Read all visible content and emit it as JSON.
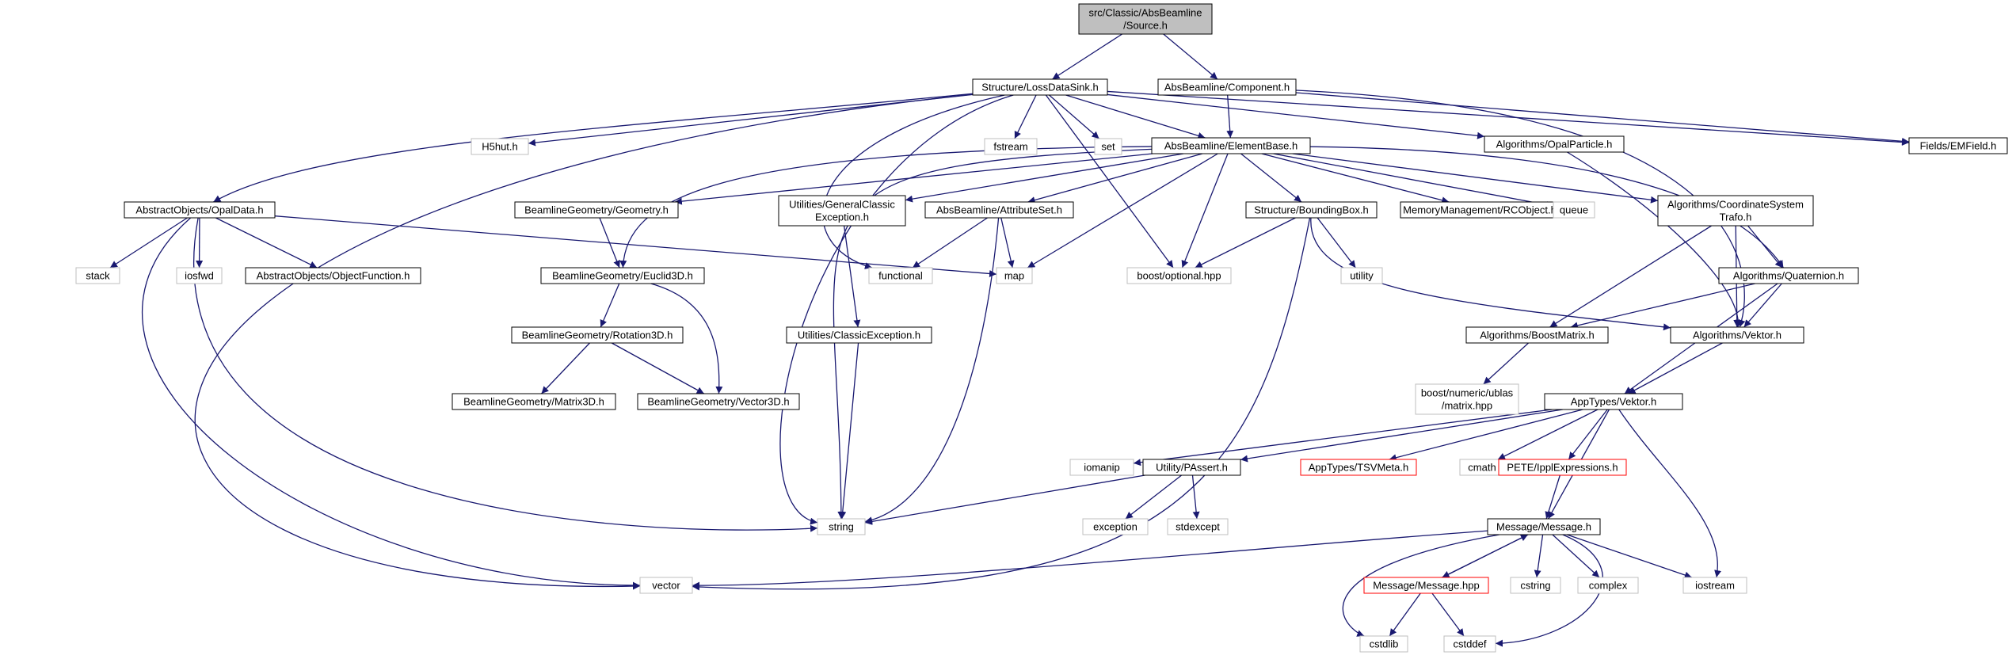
{
  "graph": {
    "colors": {
      "edge": "#191970",
      "node_border": "#000000",
      "external_border": "#bfbfbf",
      "external_text": "#7f7f7f",
      "missing_border": "#ff0000",
      "root_fill": "#bfbfbf",
      "node_fill": "#ffffff"
    },
    "nodes": [
      {
        "id": "source",
        "lines": [
          "src/Classic/AbsBeamline",
          "/Source.h"
        ],
        "kind": "root"
      },
      {
        "id": "lossdatasink",
        "lines": [
          "Structure/LossDataSink.h"
        ],
        "kind": "normal"
      },
      {
        "id": "component",
        "lines": [
          "AbsBeamline/Component.h"
        ],
        "kind": "normal"
      },
      {
        "id": "h5hut",
        "lines": [
          "H5hut.h"
        ],
        "kind": "external"
      },
      {
        "id": "fstream",
        "lines": [
          "fstream"
        ],
        "kind": "external"
      },
      {
        "id": "set",
        "lines": [
          "set"
        ],
        "kind": "external"
      },
      {
        "id": "elementbase",
        "lines": [
          "AbsBeamline/ElementBase.h"
        ],
        "kind": "normal"
      },
      {
        "id": "opalparticle",
        "lines": [
          "Algorithms/OpalParticle.h"
        ],
        "kind": "normal"
      },
      {
        "id": "emfield",
        "lines": [
          "Fields/EMField.h"
        ],
        "kind": "normal"
      },
      {
        "id": "opaldata",
        "lines": [
          "AbstractObjects/OpalData.h"
        ],
        "kind": "normal"
      },
      {
        "id": "geometry",
        "lines": [
          "BeamlineGeometry/Geometry.h"
        ],
        "kind": "normal"
      },
      {
        "id": "genclassicexc",
        "lines": [
          "Utilities/GeneralClassic",
          "Exception.h"
        ],
        "kind": "normal"
      },
      {
        "id": "attributeset",
        "lines": [
          "AbsBeamline/AttributeSet.h"
        ],
        "kind": "normal"
      },
      {
        "id": "boundingbox",
        "lines": [
          "Structure/BoundingBox.h"
        ],
        "kind": "normal"
      },
      {
        "id": "rcobject",
        "lines": [
          "MemoryManagement/RCObject.h"
        ],
        "kind": "normal"
      },
      {
        "id": "queue",
        "lines": [
          "queue"
        ],
        "kind": "external"
      },
      {
        "id": "coordtrafo",
        "lines": [
          "Algorithms/CoordinateSystem",
          "Trafo.h"
        ],
        "kind": "normal"
      },
      {
        "id": "stack",
        "lines": [
          "stack"
        ],
        "kind": "external"
      },
      {
        "id": "iosfwd",
        "lines": [
          "iosfwd"
        ],
        "kind": "external"
      },
      {
        "id": "objectfunction",
        "lines": [
          "AbstractObjects/ObjectFunction.h"
        ],
        "kind": "normal"
      },
      {
        "id": "euclid3d",
        "lines": [
          "BeamlineGeometry/Euclid3D.h"
        ],
        "kind": "normal"
      },
      {
        "id": "functional",
        "lines": [
          "functional"
        ],
        "kind": "external"
      },
      {
        "id": "map",
        "lines": [
          "map"
        ],
        "kind": "external"
      },
      {
        "id": "optional",
        "lines": [
          "boost/optional.hpp"
        ],
        "kind": "external"
      },
      {
        "id": "utility",
        "lines": [
          "utility"
        ],
        "kind": "external"
      },
      {
        "id": "quaternion",
        "lines": [
          "Algorithms/Quaternion.h"
        ],
        "kind": "normal"
      },
      {
        "id": "rotation3d",
        "lines": [
          "BeamlineGeometry/Rotation3D.h"
        ],
        "kind": "normal"
      },
      {
        "id": "classicexc",
        "lines": [
          "Utilities/ClassicException.h"
        ],
        "kind": "normal"
      },
      {
        "id": "boostmatrix",
        "lines": [
          "Algorithms/BoostMatrix.h"
        ],
        "kind": "normal"
      },
      {
        "id": "vektor",
        "lines": [
          "Algorithms/Vektor.h"
        ],
        "kind": "normal"
      },
      {
        "id": "matrix3d",
        "lines": [
          "BeamlineGeometry/Matrix3D.h"
        ],
        "kind": "normal"
      },
      {
        "id": "vector3d",
        "lines": [
          "BeamlineGeometry/Vector3D.h"
        ],
        "kind": "normal"
      },
      {
        "id": "ublasmatrix",
        "lines": [
          "boost/numeric/ublas",
          "/matrix.hpp"
        ],
        "kind": "external"
      },
      {
        "id": "appvektor",
        "lines": [
          "AppTypes/Vektor.h"
        ],
        "kind": "normal"
      },
      {
        "id": "iomanip",
        "lines": [
          "iomanip"
        ],
        "kind": "external"
      },
      {
        "id": "passert",
        "lines": [
          "Utility/PAssert.h"
        ],
        "kind": "normal"
      },
      {
        "id": "tsvmeta",
        "lines": [
          "AppTypes/TSVMeta.h"
        ],
        "kind": "missing"
      },
      {
        "id": "cmath",
        "lines": [
          "cmath"
        ],
        "kind": "external"
      },
      {
        "id": "ipplexpr",
        "lines": [
          "PETE/IpplExpressions.h"
        ],
        "kind": "missing"
      },
      {
        "id": "string",
        "lines": [
          "string"
        ],
        "kind": "external"
      },
      {
        "id": "exception",
        "lines": [
          "exception"
        ],
        "kind": "external"
      },
      {
        "id": "stdexcept",
        "lines": [
          "stdexcept"
        ],
        "kind": "external"
      },
      {
        "id": "message",
        "lines": [
          "Message/Message.h"
        ],
        "kind": "normal"
      },
      {
        "id": "vector",
        "lines": [
          "vector"
        ],
        "kind": "external"
      },
      {
        "id": "messagehpp",
        "lines": [
          "Message/Message.hpp"
        ],
        "kind": "missing"
      },
      {
        "id": "cstring",
        "lines": [
          "cstring"
        ],
        "kind": "external"
      },
      {
        "id": "complex",
        "lines": [
          "complex"
        ],
        "kind": "external"
      },
      {
        "id": "iostream",
        "lines": [
          "iostream"
        ],
        "kind": "external"
      },
      {
        "id": "cstdlib",
        "lines": [
          "cstdlib"
        ],
        "kind": "external"
      },
      {
        "id": "cstddef",
        "lines": [
          "cstddef"
        ],
        "kind": "external"
      }
    ],
    "edges": [
      [
        "source",
        "lossdatasink"
      ],
      [
        "source",
        "component"
      ],
      [
        "lossdatasink",
        "h5hut"
      ],
      [
        "lossdatasink",
        "fstream"
      ],
      [
        "lossdatasink",
        "set"
      ],
      [
        "lossdatasink",
        "elementbase"
      ],
      [
        "lossdatasink",
        "opalparticle"
      ],
      [
        "lossdatasink",
        "emfield"
      ],
      [
        "lossdatasink",
        "opaldata"
      ],
      [
        "lossdatasink",
        "vector"
      ],
      [
        "lossdatasink",
        "string"
      ],
      [
        "lossdatasink",
        "functional"
      ],
      [
        "lossdatasink",
        "optional"
      ],
      [
        "component",
        "elementbase"
      ],
      [
        "component",
        "emfield"
      ],
      [
        "component",
        "vektor"
      ],
      [
        "elementbase",
        "geometry"
      ],
      [
        "elementbase",
        "genclassicexc"
      ],
      [
        "elementbase",
        "attributeset"
      ],
      [
        "elementbase",
        "boundingbox"
      ],
      [
        "elementbase",
        "rcobject"
      ],
      [
        "elementbase",
        "queue"
      ],
      [
        "elementbase",
        "coordtrafo"
      ],
      [
        "elementbase",
        "euclid3d"
      ],
      [
        "elementbase",
        "map"
      ],
      [
        "elementbase",
        "optional"
      ],
      [
        "elementbase",
        "quaternion"
      ],
      [
        "elementbase",
        "string"
      ],
      [
        "opalparticle",
        "vektor"
      ],
      [
        "opaldata",
        "stack"
      ],
      [
        "opaldata",
        "iosfwd"
      ],
      [
        "opaldata",
        "objectfunction"
      ],
      [
        "opaldata",
        "map"
      ],
      [
        "opaldata",
        "string"
      ],
      [
        "opaldata",
        "vector"
      ],
      [
        "geometry",
        "euclid3d"
      ],
      [
        "genclassicexc",
        "classicexc"
      ],
      [
        "attributeset",
        "functional"
      ],
      [
        "attributeset",
        "map"
      ],
      [
        "attributeset",
        "string"
      ],
      [
        "boundingbox",
        "optional"
      ],
      [
        "boundingbox",
        "utility"
      ],
      [
        "boundingbox",
        "vektor"
      ],
      [
        "boundingbox",
        "vector"
      ],
      [
        "coordtrafo",
        "quaternion"
      ],
      [
        "coordtrafo",
        "boostmatrix"
      ],
      [
        "coordtrafo",
        "vektor"
      ],
      [
        "euclid3d",
        "rotation3d"
      ],
      [
        "euclid3d",
        "vector3d"
      ],
      [
        "rotation3d",
        "matrix3d"
      ],
      [
        "rotation3d",
        "vector3d"
      ],
      [
        "classicexc",
        "string"
      ],
      [
        "quaternion",
        "boostmatrix"
      ],
      [
        "quaternion",
        "vektor"
      ],
      [
        "quaternion",
        "appvektor"
      ],
      [
        "boostmatrix",
        "ublasmatrix"
      ],
      [
        "vektor",
        "appvektor"
      ],
      [
        "appvektor",
        "iomanip"
      ],
      [
        "appvektor",
        "passert"
      ],
      [
        "appvektor",
        "tsvmeta"
      ],
      [
        "appvektor",
        "cmath"
      ],
      [
        "appvektor",
        "ipplexpr"
      ],
      [
        "appvektor",
        "message"
      ],
      [
        "appvektor",
        "iostream"
      ],
      [
        "passert",
        "string"
      ],
      [
        "passert",
        "exception"
      ],
      [
        "passert",
        "stdexcept"
      ],
      [
        "ipplexpr",
        "message"
      ],
      [
        "message",
        "vector"
      ],
      [
        "message",
        "messagehpp"
      ],
      [
        "message",
        "cstring"
      ],
      [
        "message",
        "complex"
      ],
      [
        "message",
        "iostream"
      ],
      [
        "message",
        "cstdlib"
      ],
      [
        "message",
        "cstddef"
      ],
      [
        "messagehpp",
        "message"
      ],
      [
        "messagehpp",
        "cstdlib"
      ],
      [
        "messagehpp",
        "cstddef"
      ]
    ]
  }
}
